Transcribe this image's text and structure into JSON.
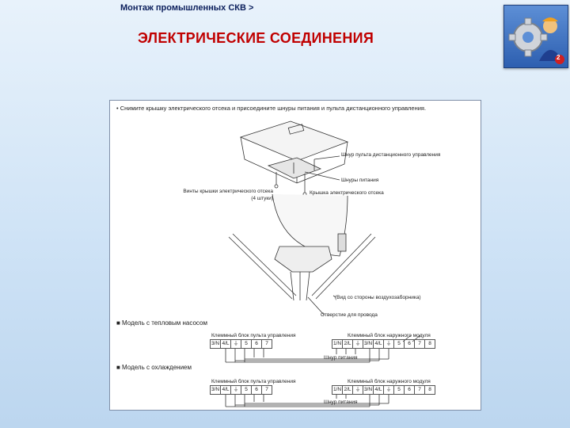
{
  "header": {
    "breadcrumb": "Монтаж промышленных СКВ >",
    "title": "ЭЛЕКТРИЧЕСКИЕ СОЕДИНЕНИЯ",
    "logo_badge": "2"
  },
  "document": {
    "intro": "• Снимите крышку электрического отсека и присоедините шнуры питания и пульта дистанционного управления.",
    "callouts": {
      "remote_cord": "Шнур пульта дистанционного управления",
      "power_cords": "Шнуры питания",
      "cover": "Крышка электрического отсека",
      "screws": "Винты крышки электрического отсека (4 штуки)",
      "view": "(Вид со стороны воздухозаборника)",
      "hole": "Отверстие для провода"
    },
    "section_heat": "■ Модель с тепловым насосом",
    "section_cool": "■ Модель с охлаждением",
    "remote_block": "Клеммный блок пульта управления",
    "indoor_block": "Клеммный блок наружного модуля",
    "power_cord": "Шнур питания",
    "heat_remote_cells": [
      "3/N",
      "4/L",
      "⏚",
      "5",
      "6",
      "7"
    ],
    "heat_indoor_cells": [
      "1/N",
      "2/L",
      "⏚",
      "3/N",
      "4/L",
      "⏚",
      "5",
      "6",
      "7",
      "8"
    ],
    "cool_remote_cells": [
      "3/N",
      "4/L",
      "⏚",
      "5",
      "6",
      "7"
    ],
    "cool_indoor_cells": [
      "1/N",
      "2/L",
      "⏚",
      "3/N",
      "4/L",
      "⏚",
      "5",
      "6",
      "7",
      "8"
    ]
  }
}
